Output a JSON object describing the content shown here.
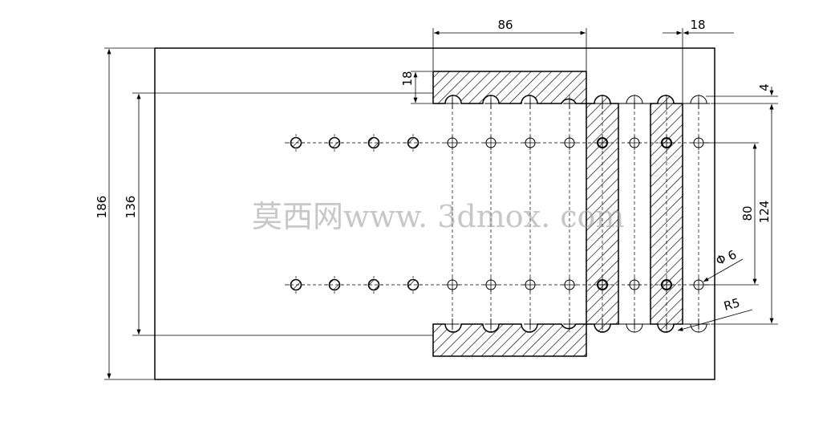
{
  "dimensions": {
    "top_width": "86",
    "top_right_width": "18",
    "left_height_outer": "186",
    "left_height_inner": "136",
    "small_height": "18",
    "right_gap": "4",
    "right_height_outer": "124",
    "right_height_inner": "80",
    "hole_diameter": "6",
    "radius": "R5"
  },
  "diameter_symbol": "Φ",
  "watermark": "莫西网www. 3dmox. com",
  "colors": {
    "line": "#000000",
    "hatch": "#000000",
    "watermark": "#9a9a9a"
  }
}
